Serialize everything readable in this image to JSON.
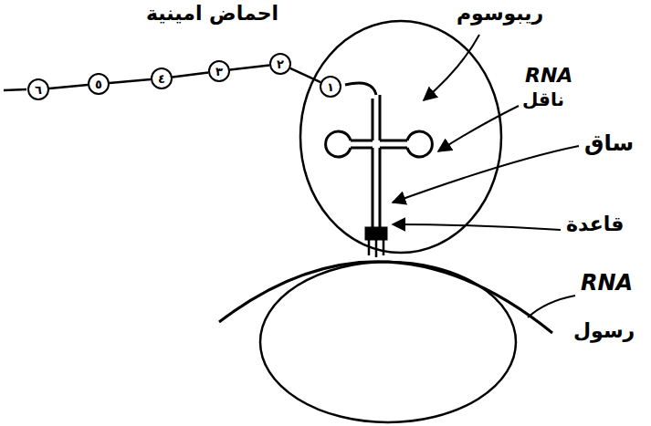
{
  "diagram": {
    "nodes": [
      {
        "text": [
          "١"
        ]
      },
      {
        "text": [
          "٢"
        ]
      },
      {
        "text": [
          "٣"
        ]
      },
      {
        "text": [
          "٤"
        ]
      },
      {
        "text": [
          "٥"
        ]
      },
      {
        "text": [
          "٦"
        ]
      }
    ],
    "edges": [
      {
        "from": 5,
        "to": 4,
        "arrow": "none"
      },
      {
        "from": 4,
        "to": 3,
        "arrow": "none"
      },
      {
        "from": 3,
        "to": 2,
        "arrow": "none"
      },
      {
        "from": 2,
        "to": 1,
        "arrow": "none"
      },
      {
        "from": 1,
        "to": 0,
        "arrow": "none"
      }
    ],
    "labels": [
      "احماض امينية",
      "ريبوسوم",
      "RNA",
      "ناقل",
      "ساق",
      "قاعدة",
      "RNA",
      "رسول"
    ]
  }
}
